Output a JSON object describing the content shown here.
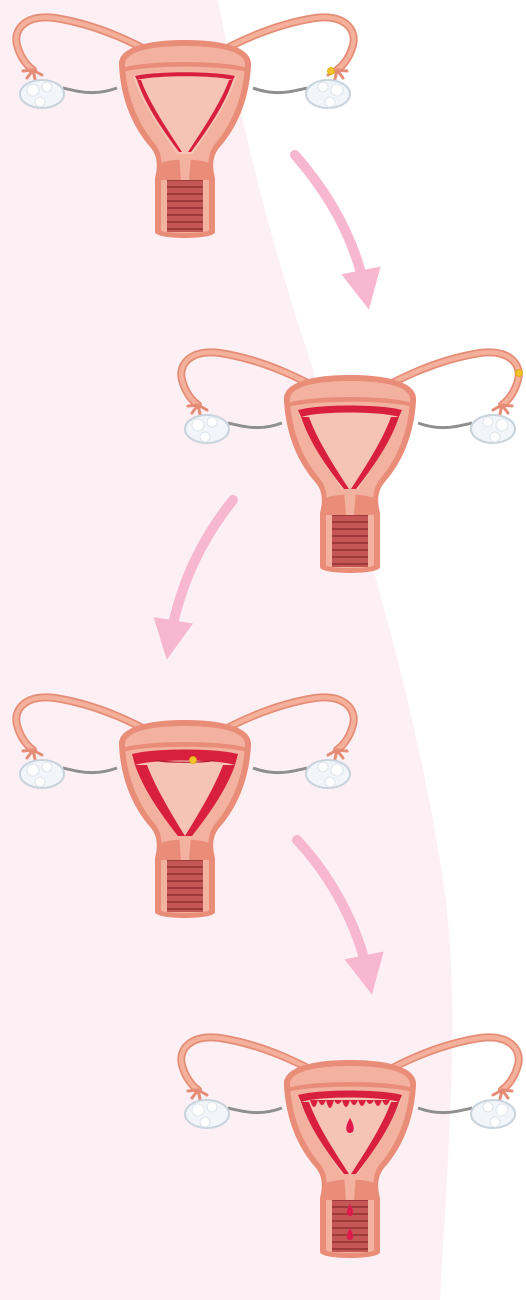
{
  "title": "",
  "colors": {
    "background": "#ffffff",
    "band": "#fdf0f4",
    "arrow": "#f7b7ce",
    "uterus_outer": "#e98d79",
    "uterus_body": "#f3b2a0",
    "uterus_inner": "#f5c4b4",
    "lining": "#d81f3e",
    "lining_dark": "#b51a34",
    "tube": "#f5b09c",
    "tube_edge": "#e58c76",
    "ligament": "#8f8f8f",
    "ovary": "#f2f6fa",
    "ovary_edge": "#c9d3dc",
    "egg": "#f2c42c",
    "cervix": "#c45656",
    "cervix_ridge": "#9e3a3a",
    "blood": "#e01b4c"
  },
  "stages": [
    {
      "id": "stage-1",
      "egg": "right-ovary",
      "lining": "thin",
      "bleeding": false
    },
    {
      "id": "stage-2",
      "egg": "right-tube-end",
      "lining": "medium",
      "bleeding": false
    },
    {
      "id": "stage-3",
      "egg": "uterus",
      "lining": "thick",
      "bleeding": false
    },
    {
      "id": "stage-4",
      "egg": "none",
      "lining": "shedding",
      "bleeding": true
    }
  ],
  "arrows": [
    {
      "id": "arrow-1",
      "direction": "down-right"
    },
    {
      "id": "arrow-2",
      "direction": "down-left"
    },
    {
      "id": "arrow-3",
      "direction": "down-right"
    }
  ]
}
